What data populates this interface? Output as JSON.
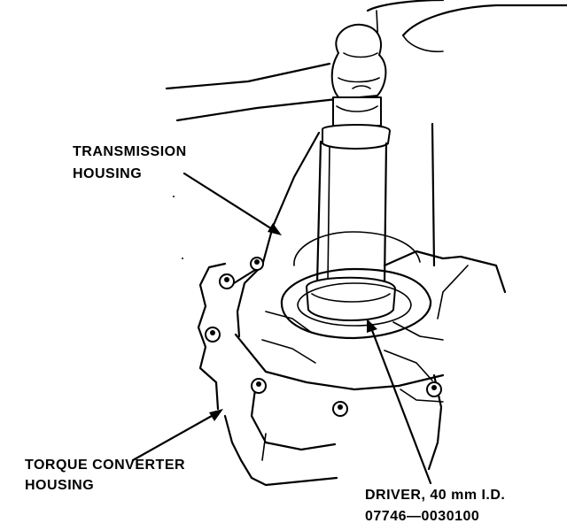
{
  "labels": {
    "transmission_housing": {
      "line1": "TRANSMISSION",
      "line2": "HOUSING"
    },
    "torque_converter_housing": {
      "line1": "TORQUE CONVERTER",
      "line2": "HOUSING"
    },
    "driver": {
      "line1": "DRIVER, 40 mm I.D.",
      "line2": "07746—0030100"
    }
  },
  "colors": {
    "ink": "#000000",
    "paper": "#ffffff"
  }
}
